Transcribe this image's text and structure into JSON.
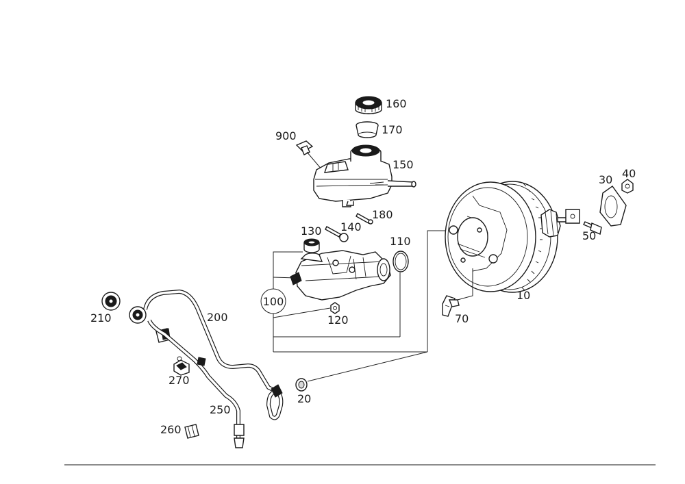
{
  "diagram": {
    "parts": {
      "p10": "10",
      "p20": "20",
      "p30": "30",
      "p40": "40",
      "p50": "50",
      "p70": "70",
      "p100": "100",
      "p110": "110",
      "p120": "120",
      "p130": "130",
      "p140": "140",
      "p150": "150",
      "p160": "160",
      "p170": "170",
      "p180": "180",
      "p200": "200",
      "p210": "210",
      "p250": "250",
      "p260": "260",
      "p270": "270",
      "p900": "900"
    }
  },
  "colors": {
    "ink": "#1a1a1a",
    "background": "#ffffff",
    "fill_grey": "#d9d9d9"
  }
}
